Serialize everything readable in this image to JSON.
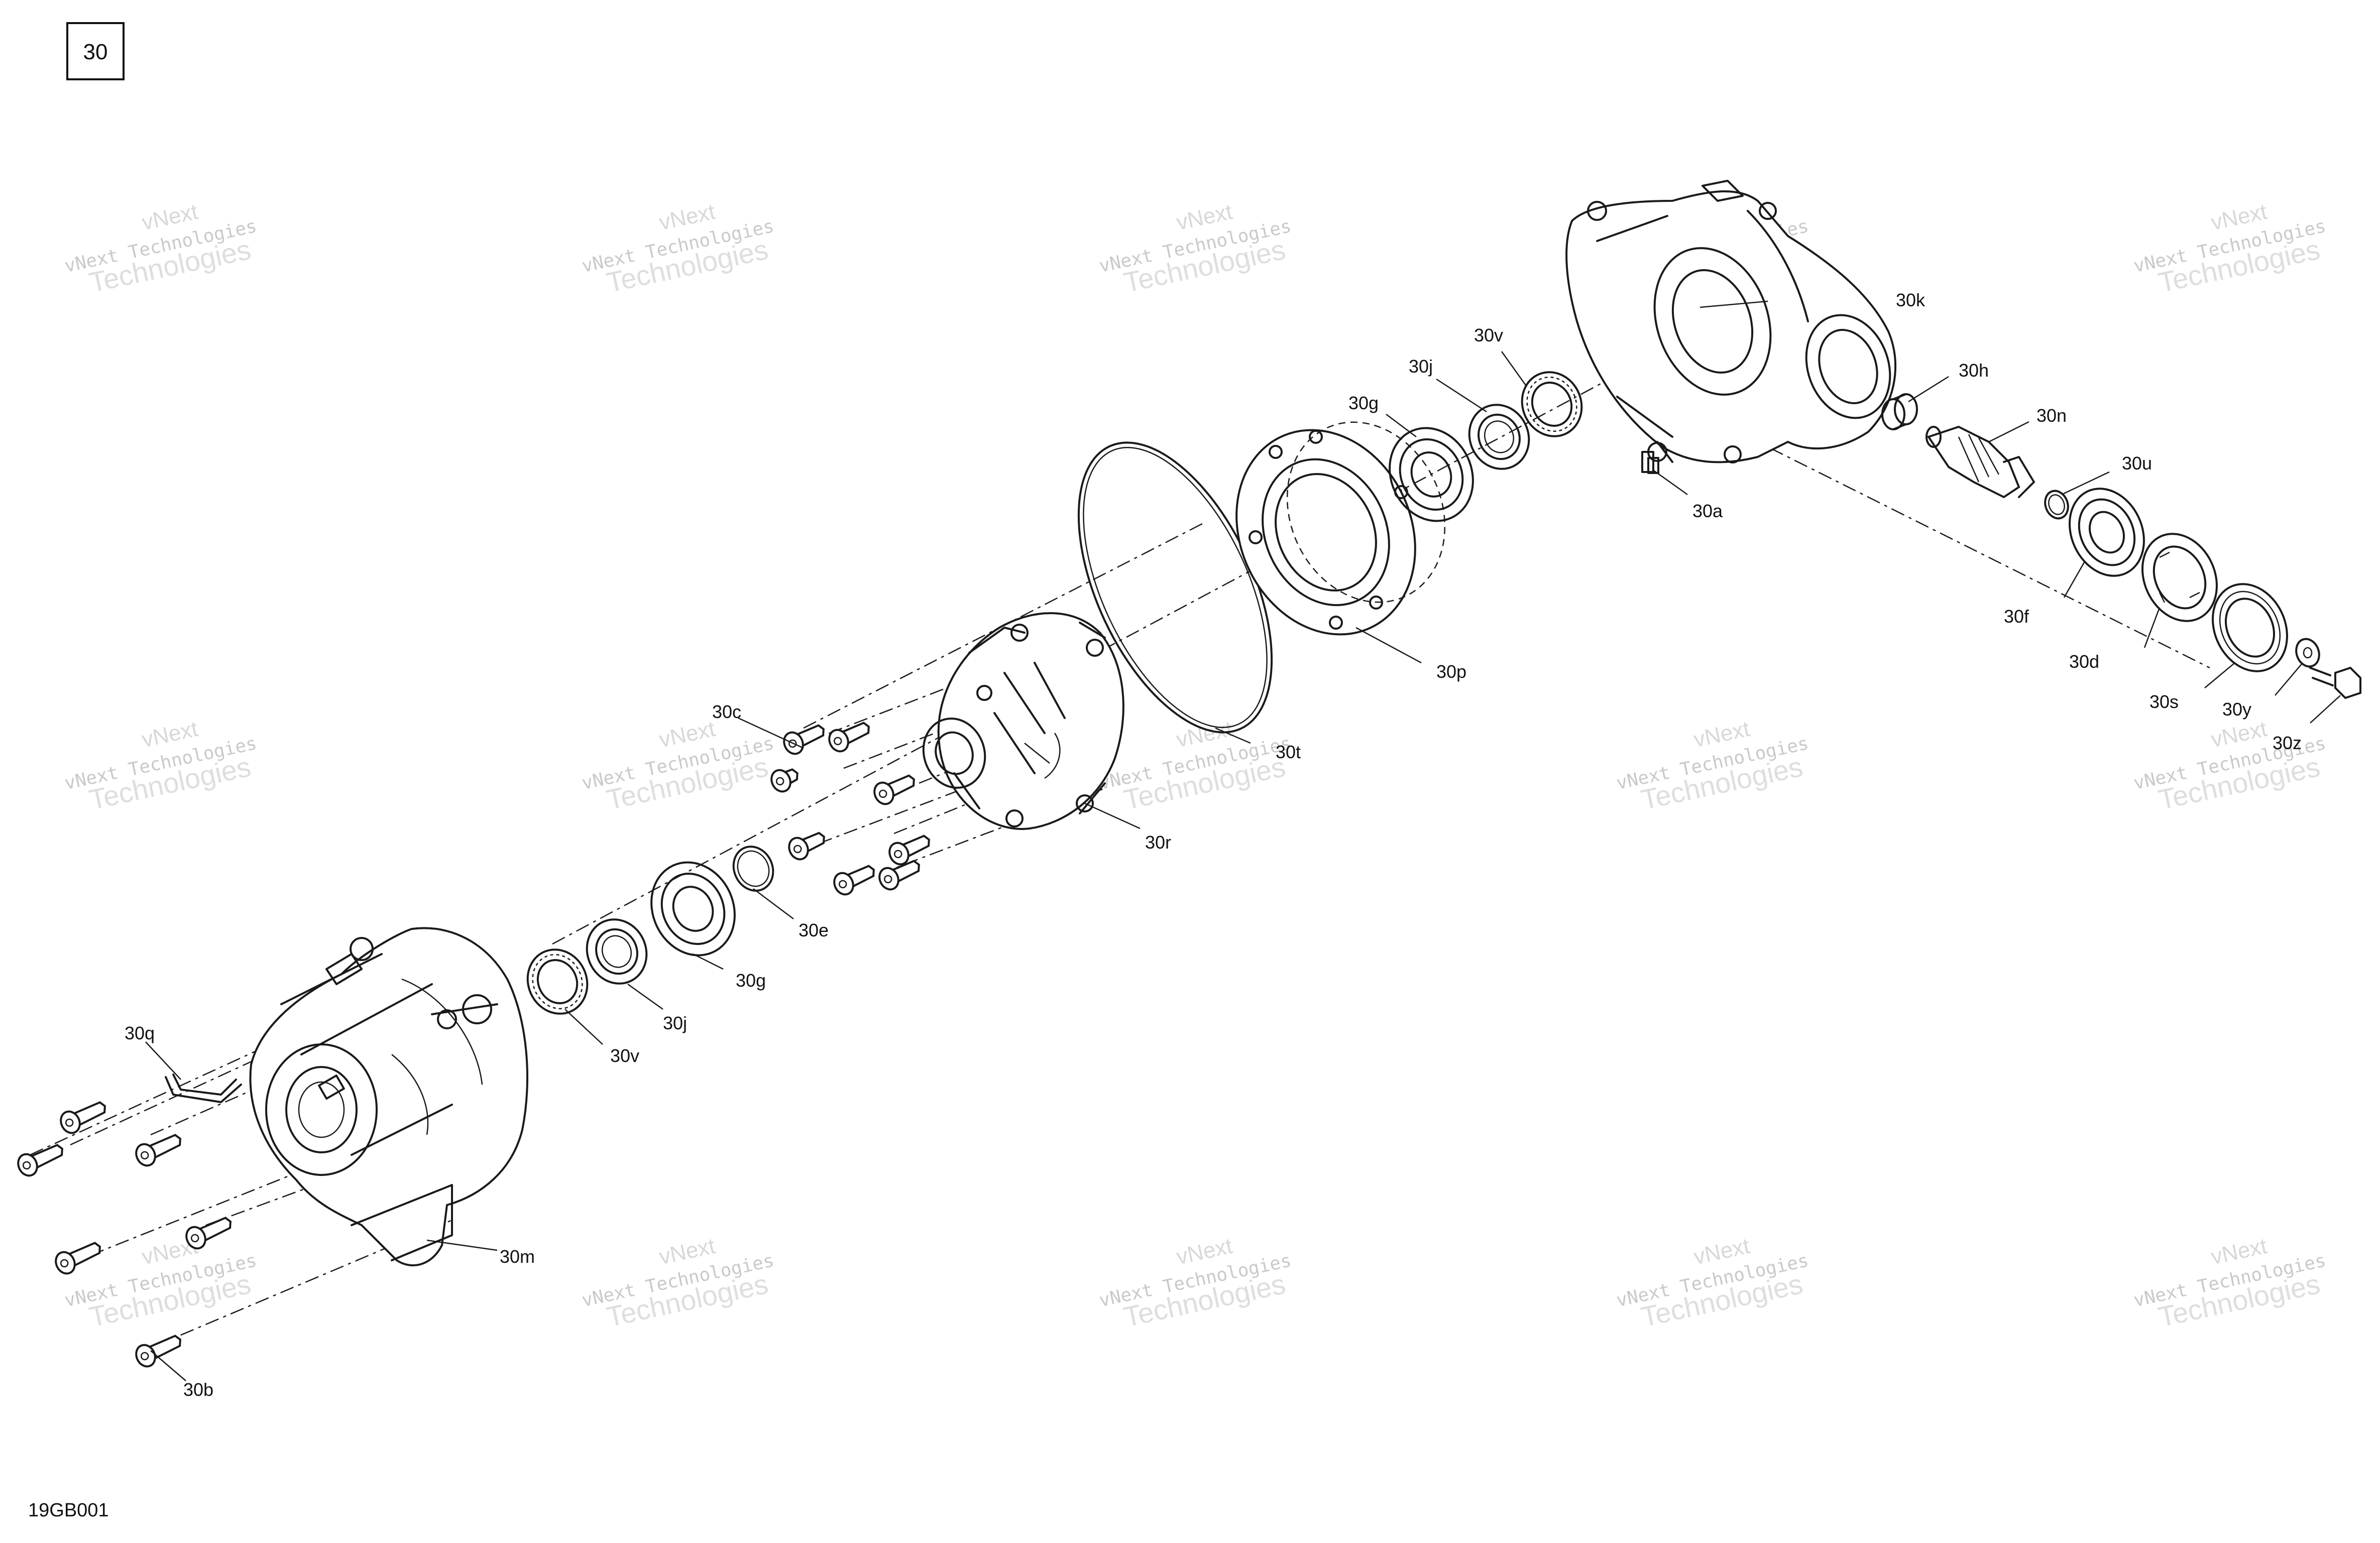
{
  "figure_number": "30",
  "drawing_code": "19GB001",
  "watermark": {
    "line1": "vNext Technologies",
    "line2": "vNext",
    "line3": "Technologies"
  },
  "callouts": {
    "c30a": "30a",
    "c30b": "30b",
    "c30c": "30c",
    "c30d": "30d",
    "c30e": "30e",
    "c30f": "30f",
    "c30g_upper": "30g",
    "c30g_lower": "30g",
    "c30h": "30h",
    "c30j_upper": "30j",
    "c30j_lower": "30j",
    "c30k": "30k",
    "c30m": "30m",
    "c30n": "30n",
    "c30p": "30p",
    "c30q": "30q",
    "c30r": "30r",
    "c30s": "30s",
    "c30t": "30t",
    "c30u": "30u",
    "c30v_upper": "30v",
    "c30v_lower": "30v",
    "c30y": "30y",
    "c30z": "30z"
  },
  "icons": {
    "bolt": "bolt-icon",
    "bearing": "bearing-icon",
    "seal": "seal-icon",
    "gear": "ring-gear-icon",
    "housing": "housing-icon"
  }
}
